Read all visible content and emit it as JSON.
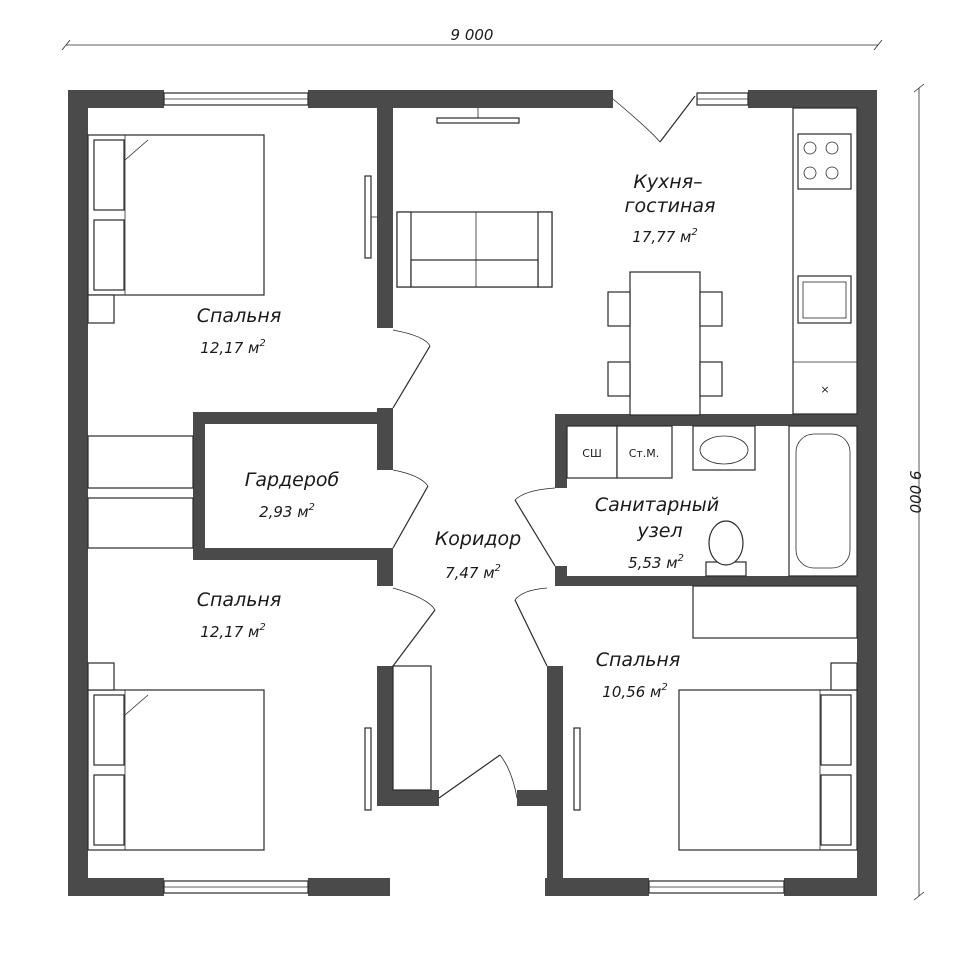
{
  "dimensions": {
    "width": "9 000",
    "height": "9 000"
  },
  "rooms": [
    {
      "name": "Спальня",
      "area": "12,17 м"
    },
    {
      "name_line1": "Кухня–",
      "name_line2": "гостиная",
      "area": "17,77 м"
    },
    {
      "name": "Гардероб",
      "area": "2,93 м"
    },
    {
      "name": "Коридор",
      "area": "7,47 м"
    },
    {
      "name_line1": "Санитарный",
      "name_line2": "узел",
      "area": "5,53 м"
    },
    {
      "name": "Спальня",
      "area": "12,17 м"
    },
    {
      "name": "Спальня",
      "area": "10,56 м"
    }
  ],
  "area_superscript": "2",
  "fixtures": {
    "washer": "СШ",
    "dryer": "Ст.М."
  },
  "colors": {
    "wall": "#4a4a4a",
    "line": "#2a2a2a"
  }
}
